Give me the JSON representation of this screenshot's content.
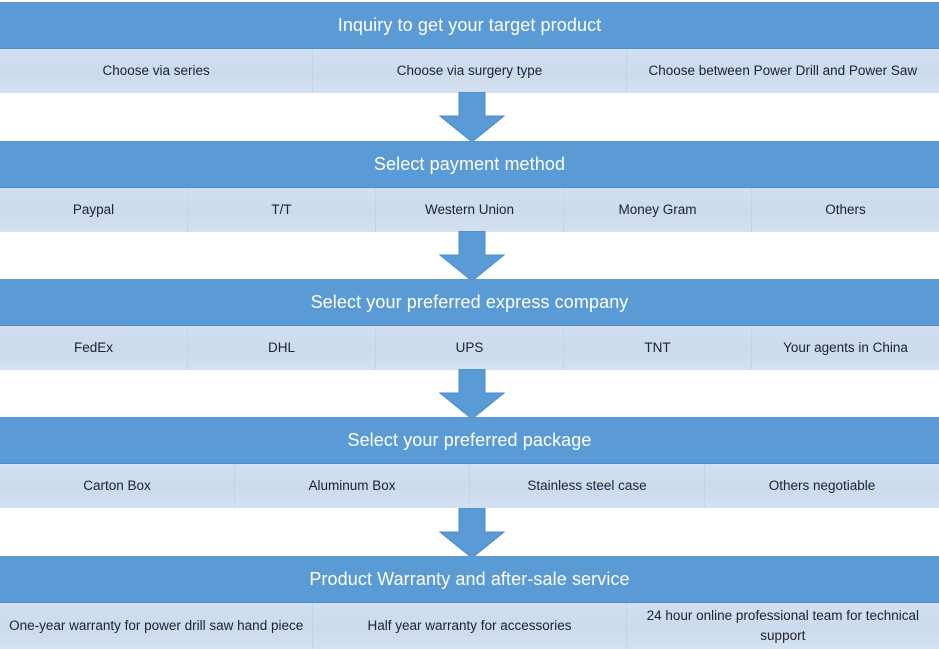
{
  "colors": {
    "header_blue": "#5b9bd5",
    "option_light_blue": "#cdddee",
    "header_text": "#ffffff",
    "option_text": "#20242c",
    "arrow_fill": "#5b9bd5",
    "arrow_stroke": "#4a8ccb",
    "divider": "#c2d4e9",
    "page_background": "#ffffff"
  },
  "diagram": {
    "type": "flowchart",
    "orientation": "vertical",
    "stage_count": 5,
    "connector_count": 4,
    "connector_icon": "down-arrow-icon"
  },
  "stages": [
    {
      "id": "inquiry",
      "title": "Inquiry to get your target product",
      "options": [
        "Choose via series",
        "Choose via surgery type",
        "Choose  between Power Drill and Power Saw"
      ]
    },
    {
      "id": "payment",
      "title": "Select payment method",
      "options": [
        "Paypal",
        "T/T",
        "Western Union",
        "Money Gram",
        "Others"
      ]
    },
    {
      "id": "express",
      "title": "Select your preferred express company",
      "options": [
        "FedEx",
        "DHL",
        "UPS",
        "TNT",
        "Your agents in China"
      ]
    },
    {
      "id": "package",
      "title": "Select your preferred package",
      "options": [
        "Carton Box",
        "Aluminum Box",
        "Stainless steel case",
        "Others negotiable"
      ]
    },
    {
      "id": "warranty",
      "title": "Product Warranty and after-sale service",
      "options": [
        "One-year warranty for power drill saw hand piece",
        "Half year warranty for accessories",
        "24 hour online professional team for technical support"
      ]
    }
  ]
}
